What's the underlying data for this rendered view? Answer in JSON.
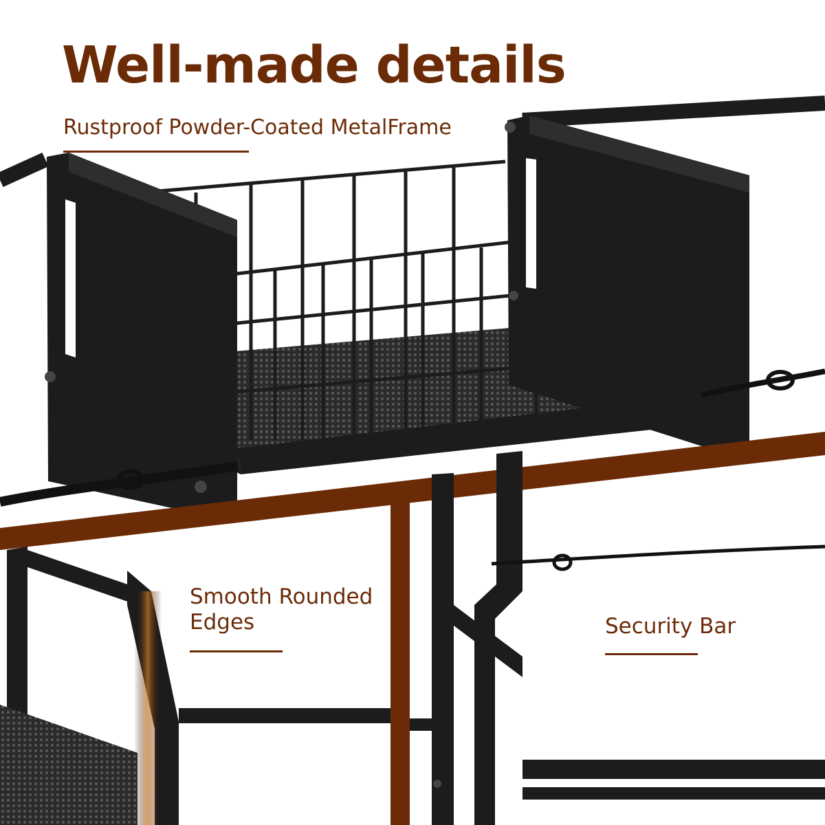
{
  "headline": "Well-made details",
  "features": {
    "frame": "Rustproof Powder-Coated MetalFrame",
    "edges_line1": "Smooth Rounded",
    "edges_line2": "Edges",
    "security": "Security Bar"
  },
  "colors": {
    "brand_brown": "#6b2b07",
    "metal_black": "#1c1c1c",
    "background": "#ffffff"
  }
}
